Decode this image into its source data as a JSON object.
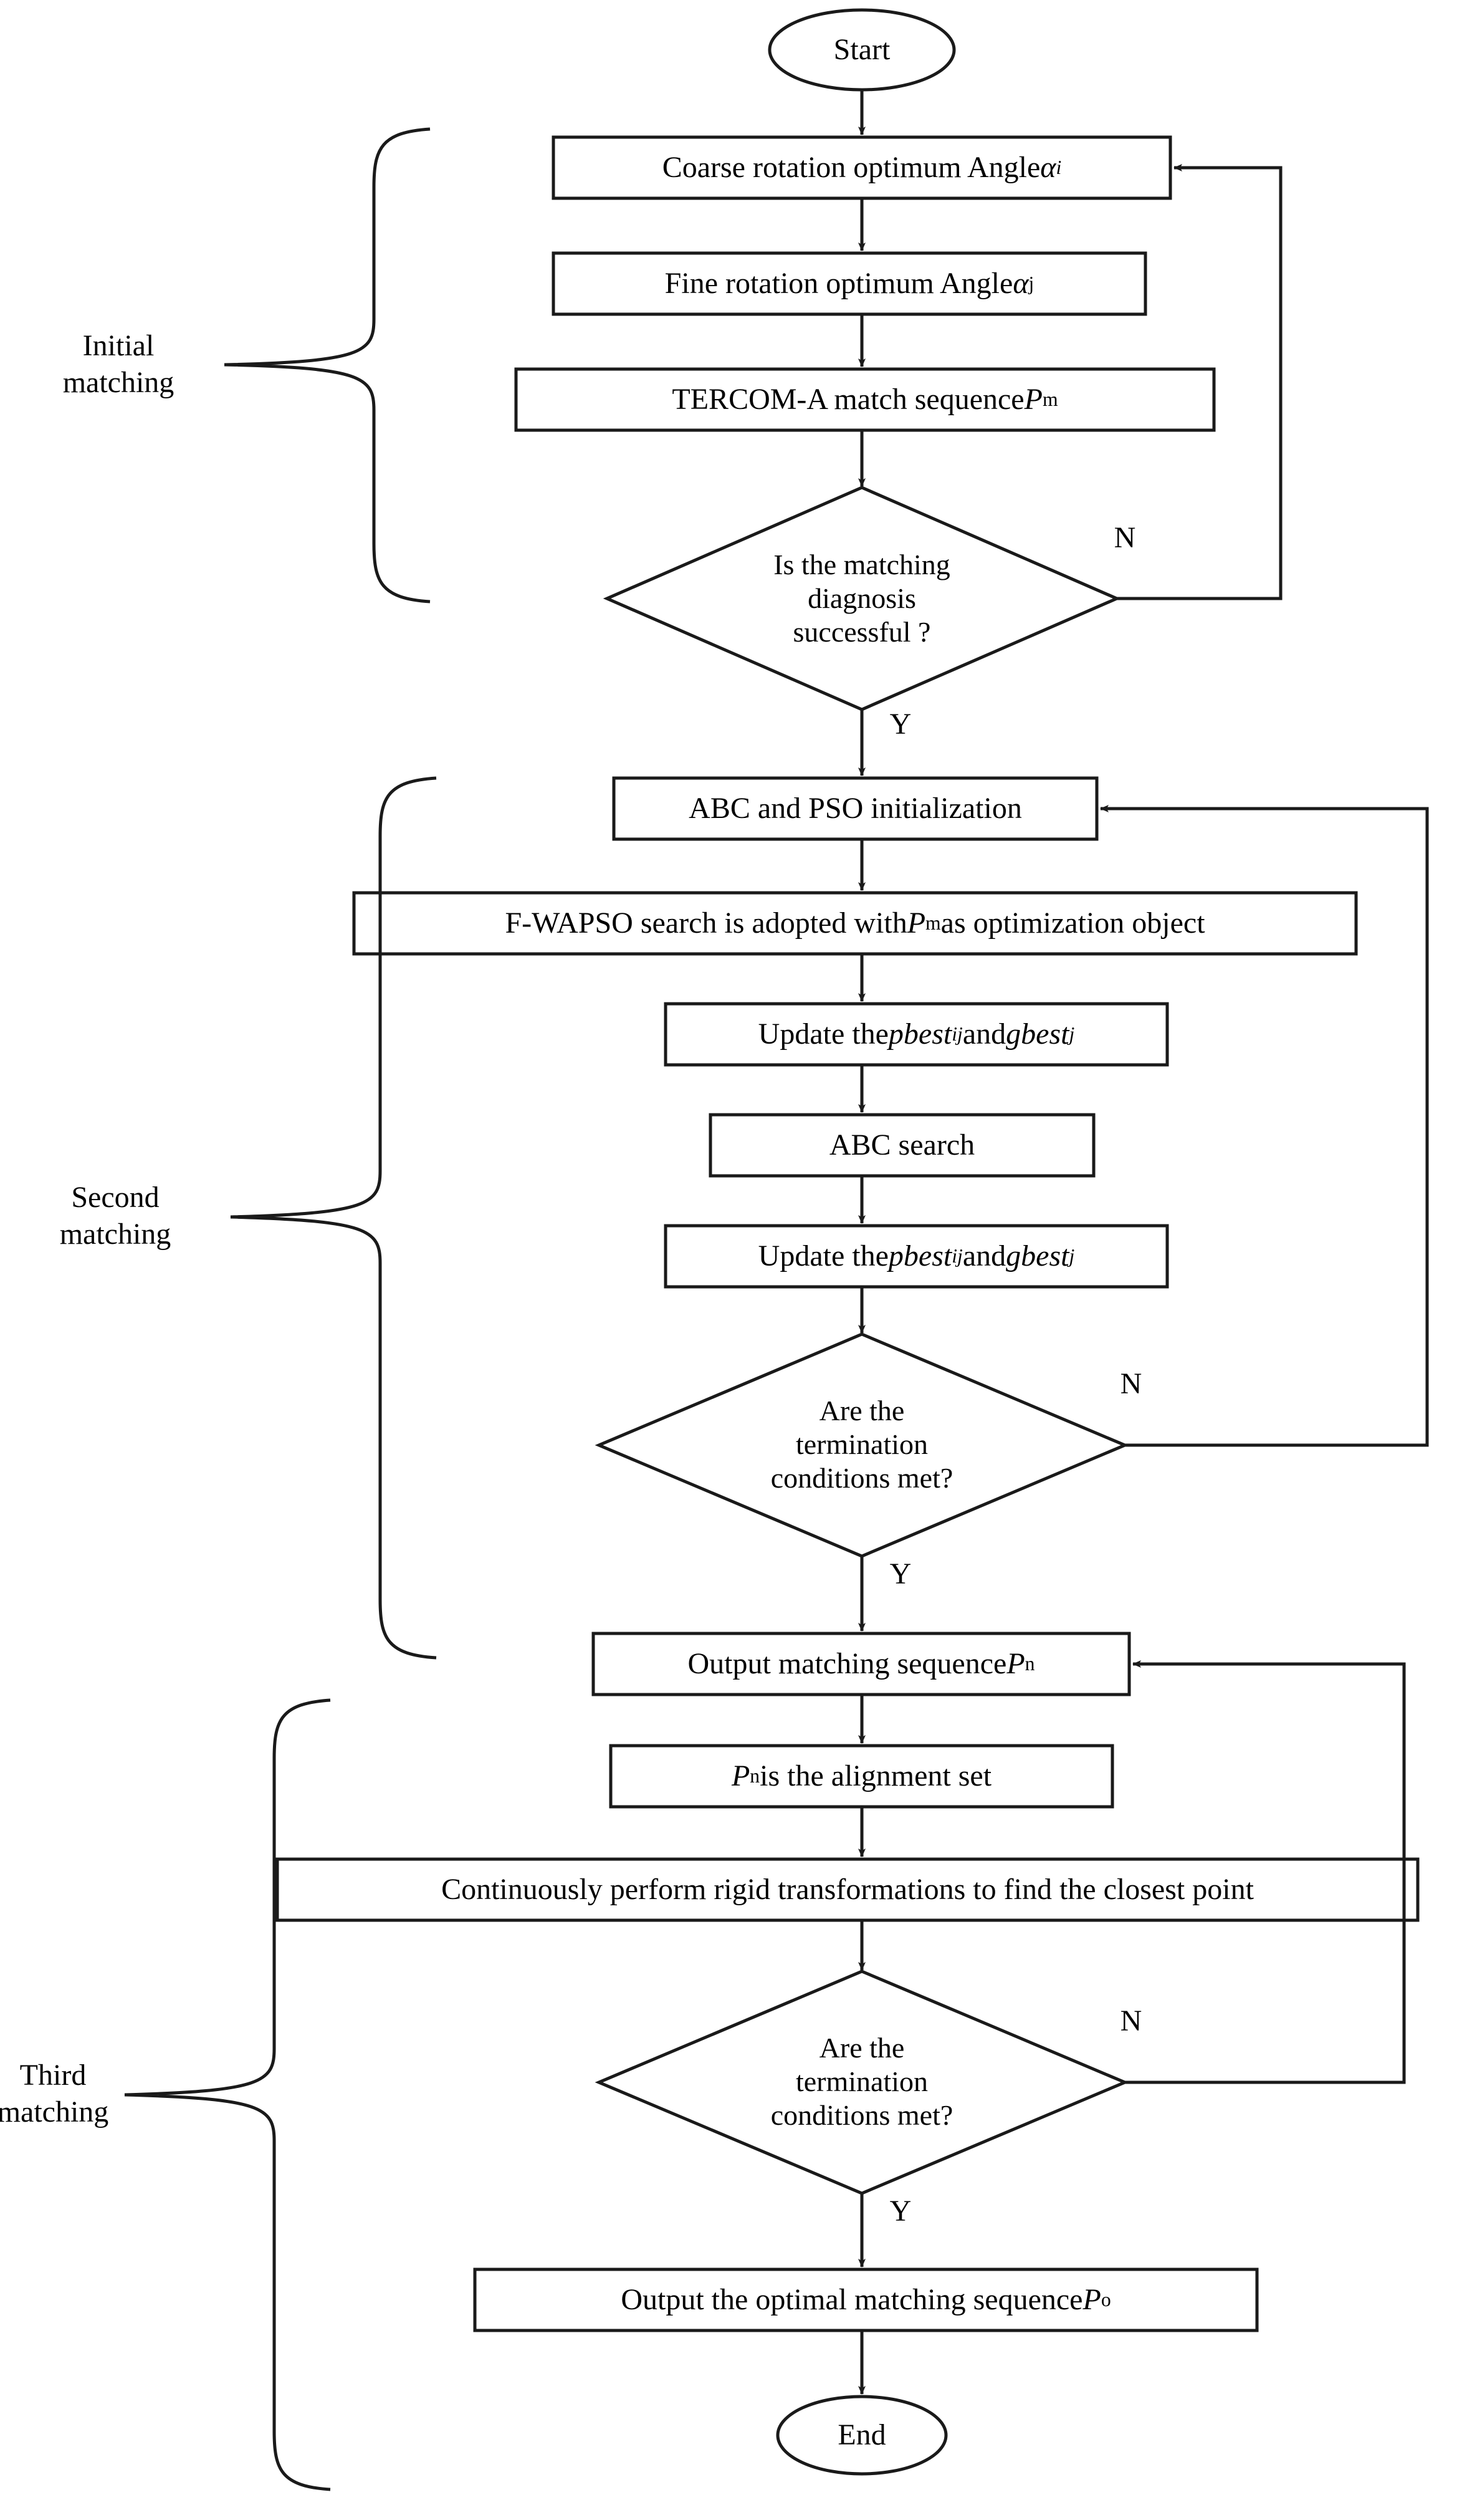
{
  "diagram": {
    "title": "Three-stage matching algorithm flowchart",
    "stroke_color": "#1a1a1a",
    "fill_color": "#ffffff",
    "text_color": "#000000"
  },
  "group_labels": {
    "initial": "Initial\nmatching",
    "second": "Second\nmatching",
    "third": "Third\nmatching"
  },
  "nodes": {
    "start": "Start",
    "coarse_rotation": "Coarse rotation optimum Angle ",
    "coarse_rotation_sym": "α",
    "coarse_rotation_sub": "i",
    "fine_rotation": "Fine rotation optimum Angle ",
    "fine_rotation_sym": "α",
    "fine_rotation_sub": "j",
    "tercom": "TERCOM-A match sequence ",
    "tercom_sym": "P",
    "tercom_sub": "m",
    "decision1": "Is the matching\ndiagnosis\nsuccessful ?",
    "abc_pso_init": "ABC and PSO initialization",
    "fwapso_pre": "F-WAPSO search is adopted with ",
    "fwapso_sym": "P",
    "fwapso_sub": "m",
    "fwapso_post": " as optimization object",
    "update_best_1_pre": "Update the ",
    "update_best_1_pbest": "pbest",
    "update_best_1_pbest_sub": "ij",
    "update_best_1_mid": " and ",
    "update_best_1_gbest": "gbest",
    "update_best_1_gbest_sub": "j",
    "abc_search": "ABC search",
    "update_best_2_pre": "Update the ",
    "update_best_2_pbest": "pbest",
    "update_best_2_pbest_sub": "ij",
    "update_best_2_mid": " and ",
    "update_best_2_gbest": "gbest",
    "update_best_2_gbest_sub": "j",
    "decision2": "Are the\ntermination\nconditions met?",
    "output_matching": "Output matching sequence ",
    "output_matching_sym": "P",
    "output_matching_sub": "n",
    "alignment_set_sym": "P",
    "alignment_set_sub": "n",
    "alignment_set_post": " is the alignment set",
    "rigid_transform": "Continuously perform rigid transformations to find the closest point",
    "decision3": "Are the\ntermination\nconditions met?",
    "output_optimal": "Output the optimal matching sequence ",
    "output_optimal_sym": "P",
    "output_optimal_sub": "o",
    "end": "End"
  },
  "edge_labels": {
    "d1_no": "N",
    "d1_yes": "Y",
    "d2_no": "N",
    "d2_yes": "Y",
    "d3_no": "N",
    "d3_yes": "Y"
  }
}
